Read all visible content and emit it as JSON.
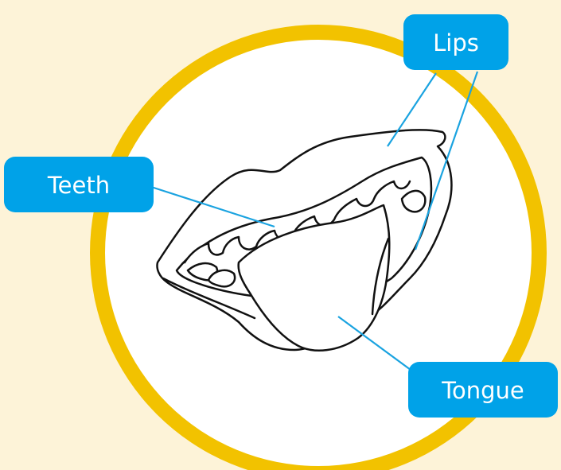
{
  "colors": {
    "background": "#fdf3d8",
    "ring": "#f2c200",
    "circle_fill": "#ffffff",
    "label_box": "#00a2e8",
    "label_text": "#ffffff",
    "leader_line": "#1aa3e0",
    "outline": "#111111"
  },
  "labels": {
    "lips": "Lips",
    "teeth": "Teeth",
    "tongue": "Tongue"
  }
}
